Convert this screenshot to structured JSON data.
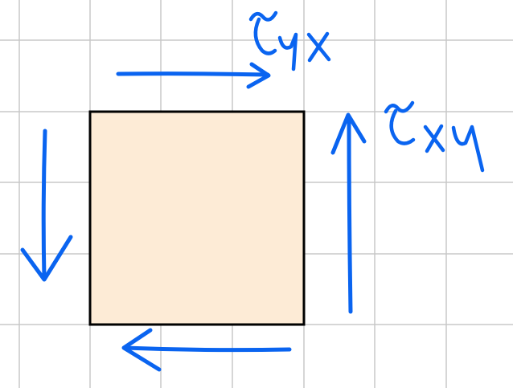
{
  "background_color": "#ffffff",
  "grid": {
    "visible": true,
    "color": "#c8c8c8"
  },
  "element": {
    "fill_color": "#fdebd6",
    "border_color": "#000000"
  },
  "annotations": {
    "ink_color": "#0a64f0",
    "top_label": "τyx",
    "right_label": "τxy",
    "arrows": [
      {
        "side": "top",
        "direction": "right"
      },
      {
        "side": "right",
        "direction": "up"
      },
      {
        "side": "bottom",
        "direction": "left"
      },
      {
        "side": "left",
        "direction": "down"
      }
    ]
  }
}
